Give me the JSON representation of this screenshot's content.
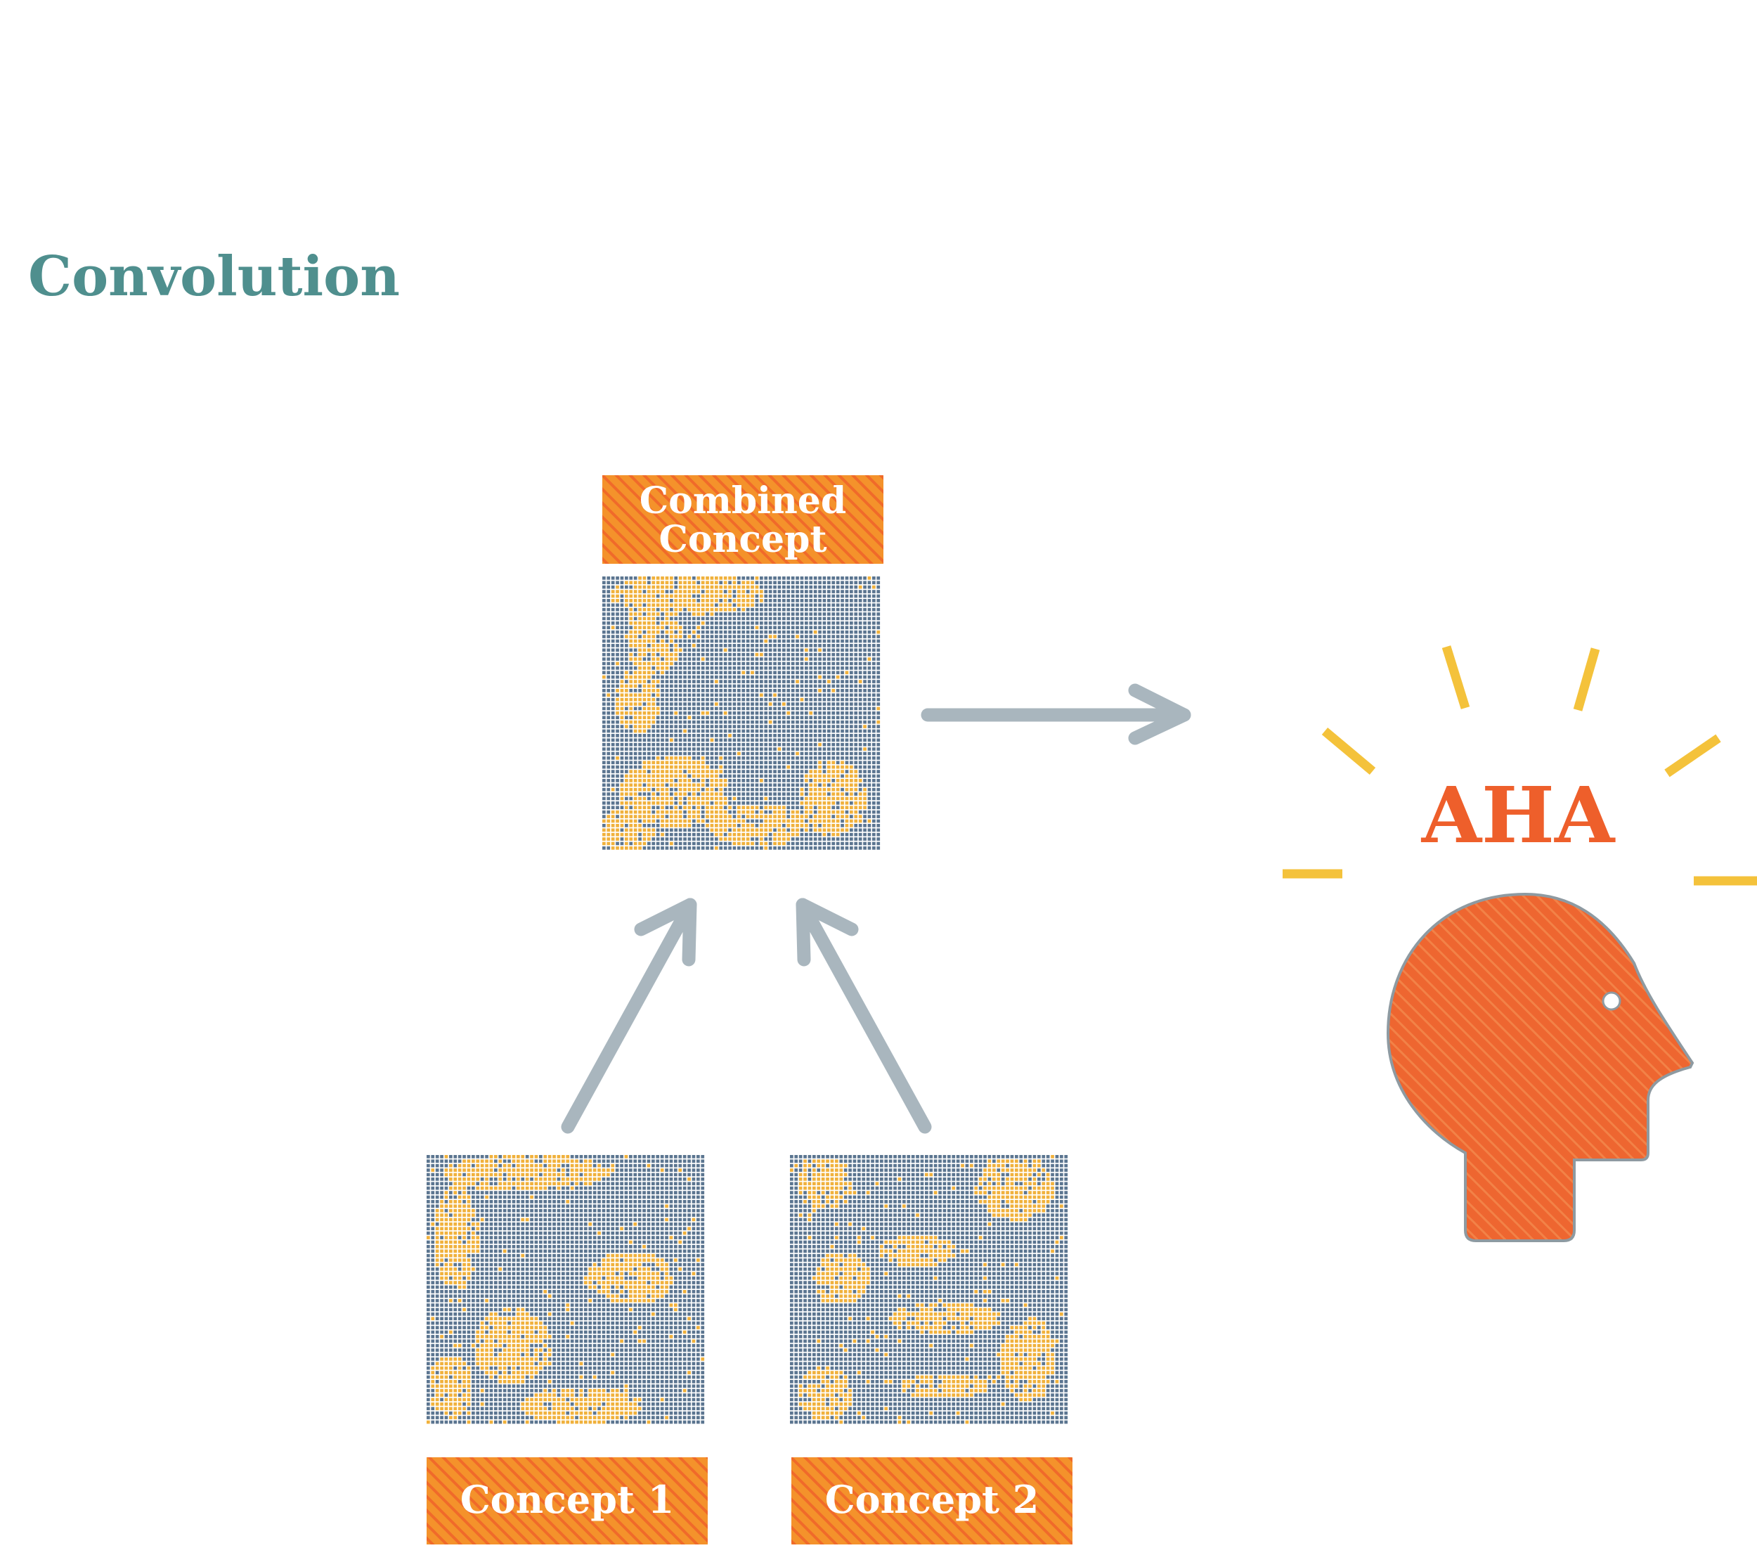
{
  "title": "Convolution",
  "combined": {
    "line1": "Combined",
    "line2": "Concept"
  },
  "concept1": "Concept 1",
  "concept2": "Concept 2",
  "aha": "AHA",
  "colors": {
    "title": "#4f8f8e",
    "label_bg": "#f4922b",
    "label_stripe": "#f06a2a",
    "grid_base": "#5b7590",
    "grid_hi": "#f0b13c",
    "arrow": "#a9b6be",
    "head": "#ee6630",
    "head_outline": "#8e9aa1",
    "rays": "#f4c23b",
    "aha_text": "#ee5f2b"
  }
}
